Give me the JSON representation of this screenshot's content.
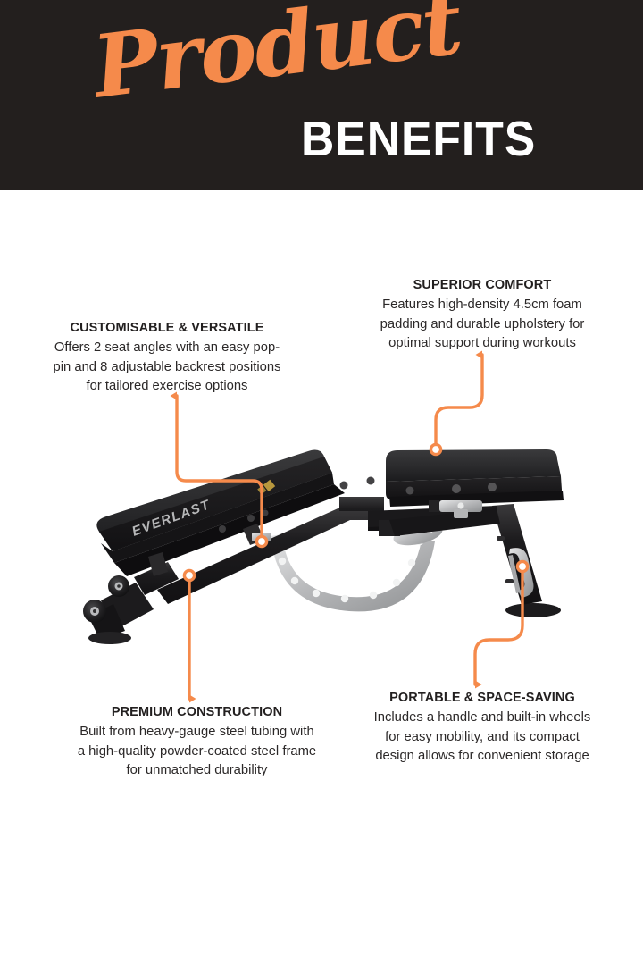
{
  "header": {
    "script_word": "Product",
    "main_word": "BENEFITS",
    "background_color": "#231F1E",
    "script_color": "#F58A4B",
    "main_color": "#FFFFFF"
  },
  "accent_color": "#F58A4B",
  "callouts": [
    {
      "id": "customisable",
      "title": "CUSTOMISABLE & VERSATILE",
      "lines": [
        "Offers 2 seat angles with an easy pop-",
        "pin and 8 adjustable backrest positions",
        "for tailored exercise options"
      ]
    },
    {
      "id": "comfort",
      "title": "SUPERIOR COMFORT",
      "lines": [
        "Features high-density 4.5cm foam",
        "padding and durable upholstery for",
        "optimal support during workouts"
      ]
    },
    {
      "id": "construction",
      "title": "PREMIUM CONSTRUCTION",
      "lines": [
        "Built from heavy-gauge steel tubing with",
        "a high-quality powder-coated steel frame",
        "for unmatched durability"
      ]
    },
    {
      "id": "portable",
      "title": "PORTABLE & SPACE-SAVING",
      "lines": [
        "Includes a handle and built-in wheels",
        "for easy mobility, and its compact",
        "design allows for convenient storage"
      ]
    }
  ],
  "product": {
    "name": "adjustable-weight-bench",
    "brand_text": "EVERLAST",
    "frame_color": "#1A1818",
    "pad_color": "#2B2A2B",
    "bracket_color": "#C9CACB",
    "adjustment_holes": 8
  }
}
